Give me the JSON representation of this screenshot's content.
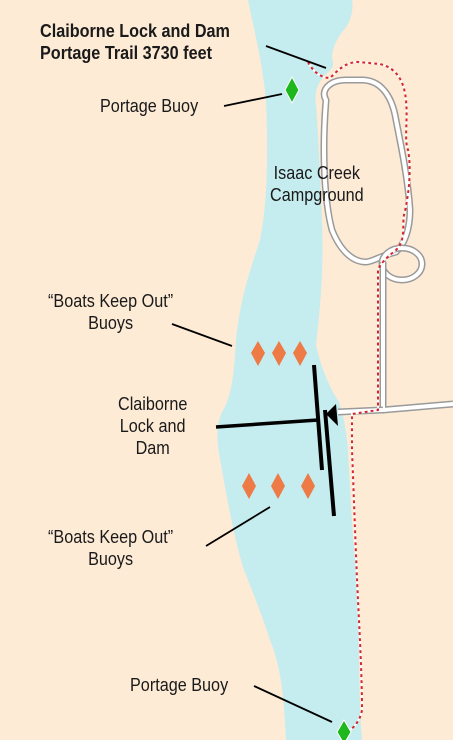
{
  "labels": {
    "title_line1": "Claiborne Lock and Dam",
    "title_line2": "Portage Trail 3730 feet",
    "portage_buoy_top": "Portage Buoy",
    "campground_line1": "Isaac Creek",
    "campground_line2": "Campground",
    "boats_keep_out_top_line1": "“Boats Keep Out”",
    "boats_keep_out_top_line2": "Buoys",
    "lock_dam_line1": "Claiborne",
    "lock_dam_line2": "Lock and",
    "lock_dam_line3": "Dam",
    "boats_keep_out_bottom_line1": "“Boats Keep Out”",
    "boats_keep_out_bottom_line2": "Buoys",
    "portage_buoy_bottom": "Portage Buoy"
  },
  "colors": {
    "land": "#fdebd6",
    "water": "#c5ecee",
    "road": "#9a9a9a",
    "portage_trail": "#d7262e",
    "portage_buoy": "#1db81d",
    "keep_out_buoy": "#ee7a45"
  }
}
